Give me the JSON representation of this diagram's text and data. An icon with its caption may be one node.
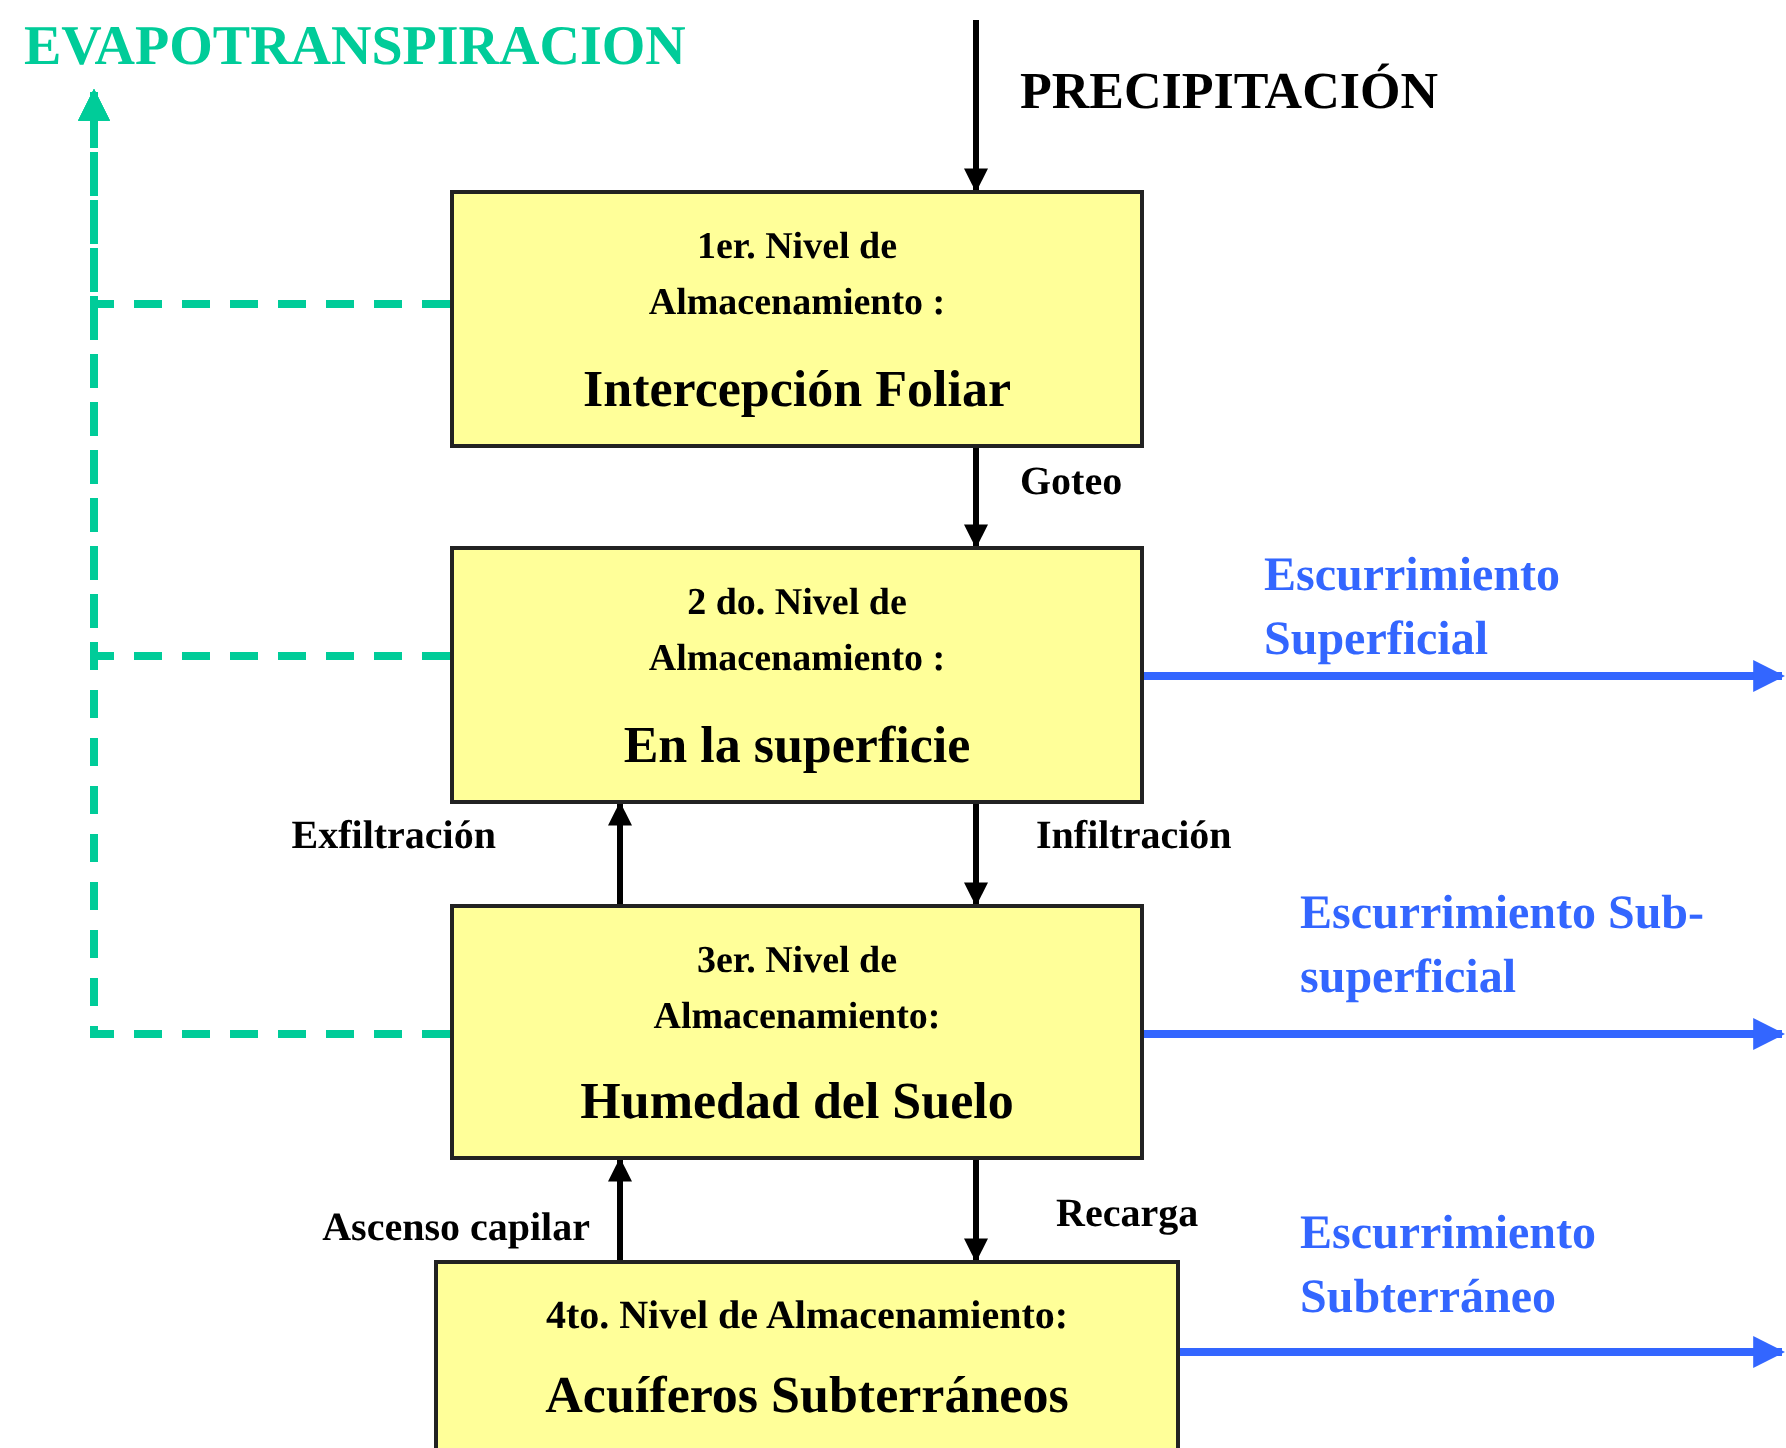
{
  "diagram": {
    "nodes": [
      {
        "text": [
          "EVAPOTRANSPIRACION"
        ]
      },
      {
        "text": [
          "1er.  Nivel de Almacenamiento :",
          "Intercepción Foliar"
        ]
      },
      {
        "text": [
          "2 do. Nivel de Almacenamiento :",
          "En la superficie"
        ]
      },
      {
        "text": [
          "3er. Nivel de Almacenamiento:",
          "Humedad del Suelo"
        ]
      },
      {
        "text": [
          "4to.  Nivel de Almacenamiento:",
          "Acuíferos Subterráneos"
        ]
      }
    ],
    "edges": [
      {
        "from": null,
        "to": 1,
        "arrow": "to",
        "label": "PRECIPITACIÓN"
      },
      {
        "from": 1,
        "to": 2,
        "arrow": "to",
        "label": "Goteo"
      },
      {
        "from": 3,
        "to": 2,
        "arrow": "to",
        "label": "Exfiltración"
      },
      {
        "from": 2,
        "to": 3,
        "arrow": "to",
        "label": "Infiltración"
      },
      {
        "from": 4,
        "to": 3,
        "arrow": "to",
        "label": "Ascenso capilar"
      },
      {
        "from": 3,
        "to": 4,
        "arrow": "to",
        "label": "Recarga"
      },
      {
        "from": 1,
        "to": 0,
        "arrow": "to",
        "style": "dashed",
        "color": "#00cc99"
      },
      {
        "from": 2,
        "to": 0,
        "arrow": "to",
        "style": "dashed",
        "color": "#00cc99"
      },
      {
        "from": 3,
        "to": 0,
        "arrow": "to",
        "style": "dashed",
        "color": "#00cc99"
      },
      {
        "from": 2,
        "to": null,
        "arrow": "to",
        "label": "Escurrimiento Superficial",
        "color": "#3366ff"
      },
      {
        "from": 3,
        "to": null,
        "arrow": "to",
        "label": "Escurrimiento Sub-superficial",
        "color": "#3366ff"
      },
      {
        "from": 4,
        "to": null,
        "arrow": "to",
        "label": "Escurrimiento Subterráneo",
        "color": "#3366ff"
      }
    ]
  }
}
